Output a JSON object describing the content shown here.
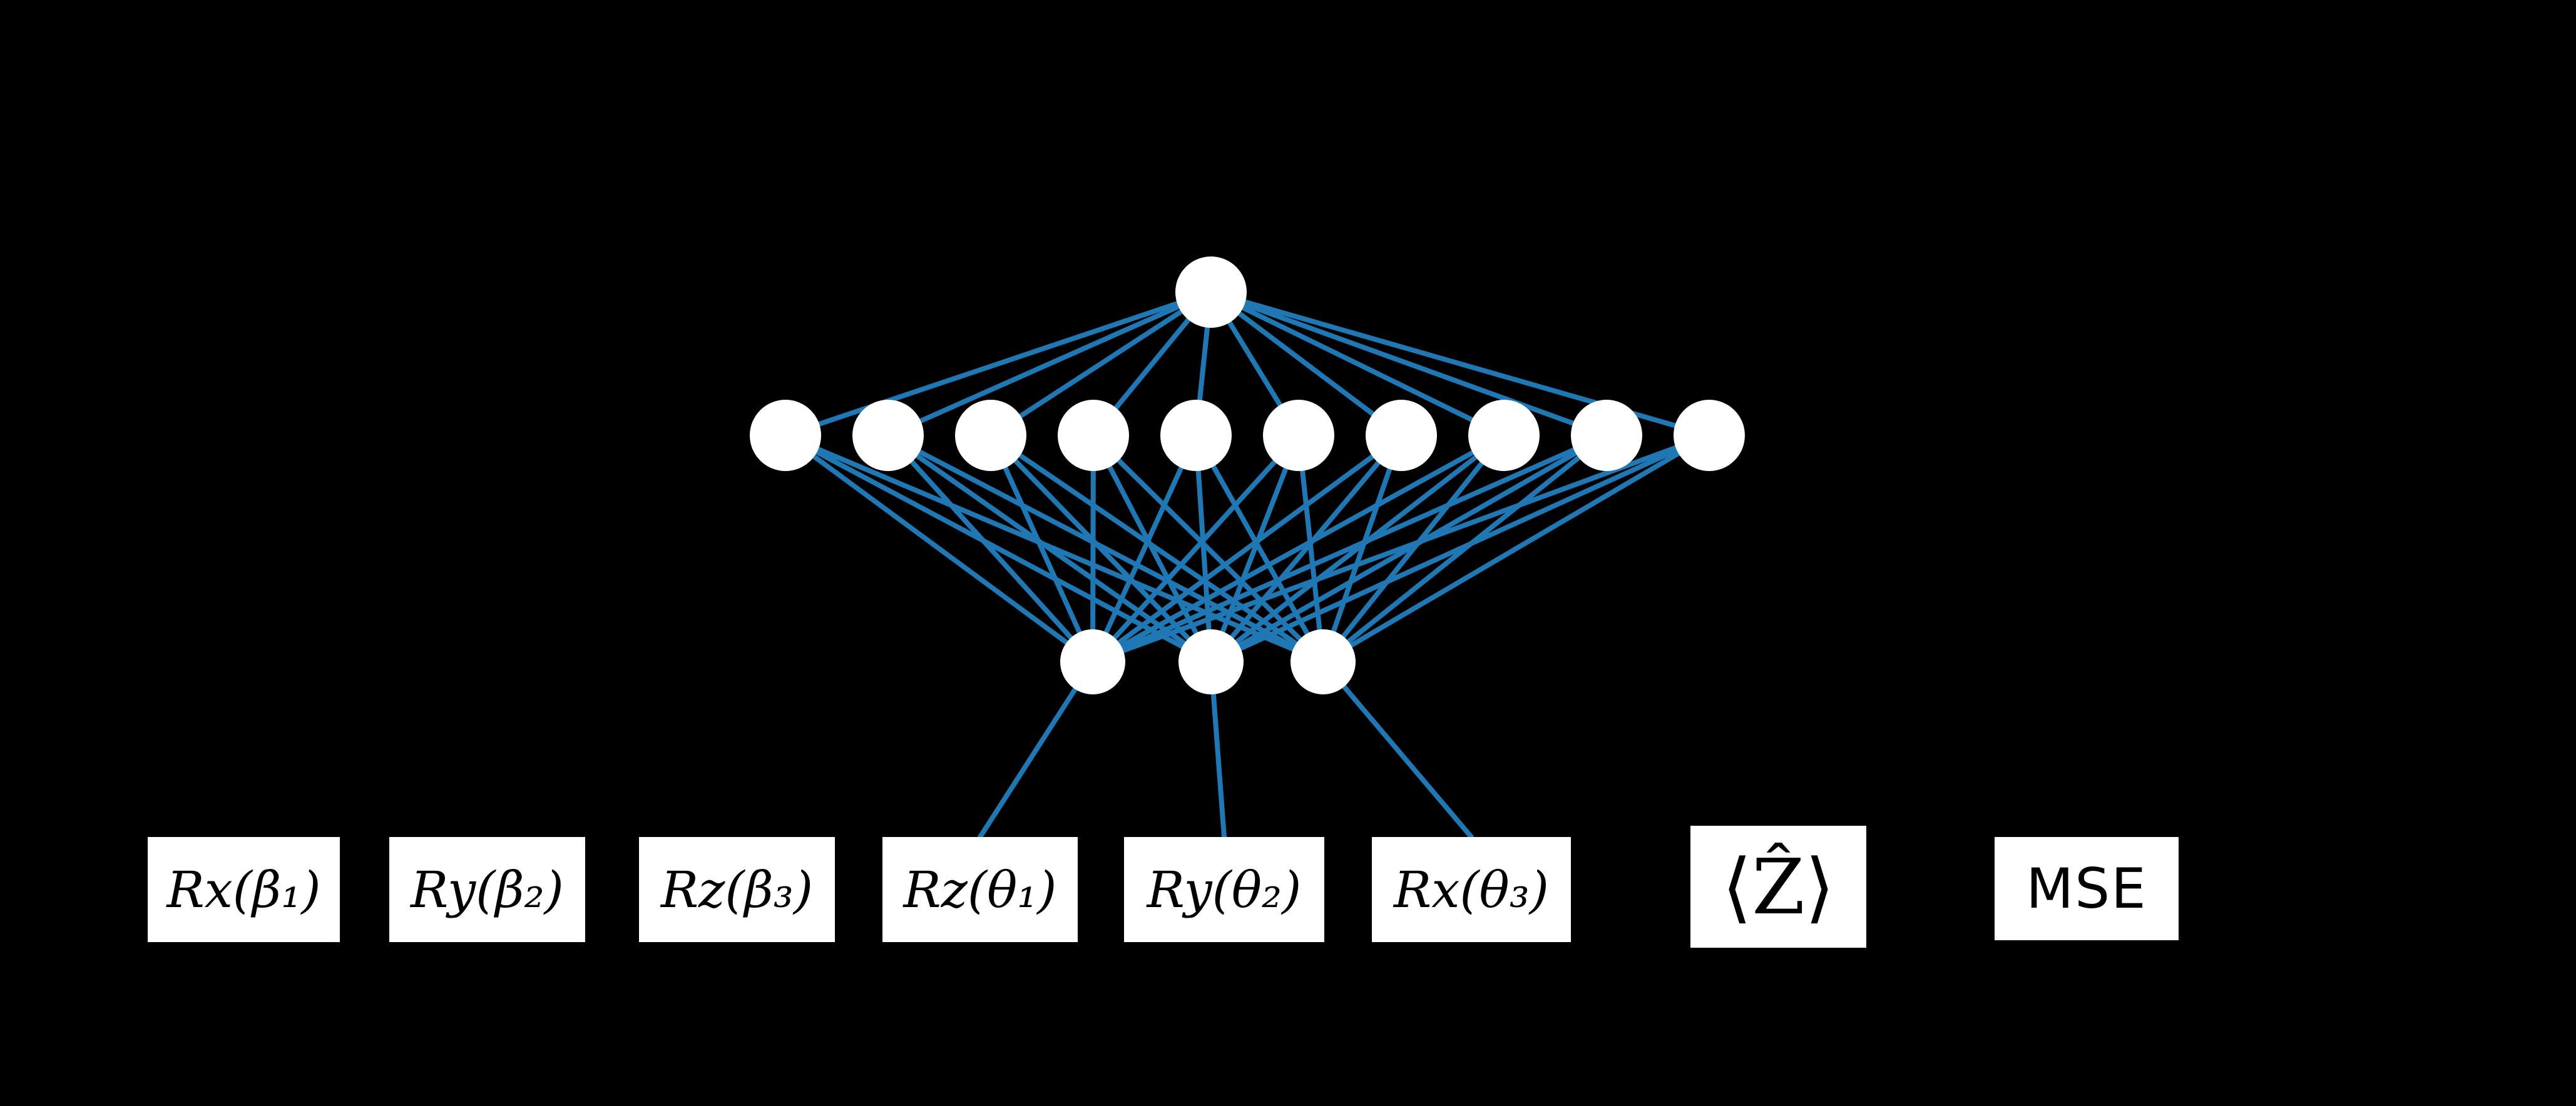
{
  "diagram": {
    "description": "Neural-network style graph on black background: one top node fanning out to a row of ten nodes, which densely connect to three lower nodes that drop down to labeled gate boxes",
    "colors": {
      "background": "#000000",
      "edge": "#1f77b4",
      "node": "#ffffff",
      "box_background": "#ffffff",
      "box_text": "#000000"
    },
    "layers": [
      {
        "name": "top",
        "count": 1
      },
      {
        "name": "middle",
        "count": 10
      },
      {
        "name": "bottom",
        "count": 3
      }
    ],
    "connections": {
      "top_to_middle": "full",
      "middle_to_bottom": "full"
    },
    "drop_targets": [
      3,
      4,
      5
    ],
    "boxes": [
      {
        "label": "Rx(β₁)"
      },
      {
        "label": "Ry(β₂)"
      },
      {
        "label": "Rz(β₃)"
      },
      {
        "label": "Rz(θ₁)"
      },
      {
        "label": "Ry(θ₂)"
      },
      {
        "label": "Rx(θ₃)"
      },
      {
        "label": "⟨Ẑ⟩"
      },
      {
        "label": "MSE"
      }
    ]
  }
}
